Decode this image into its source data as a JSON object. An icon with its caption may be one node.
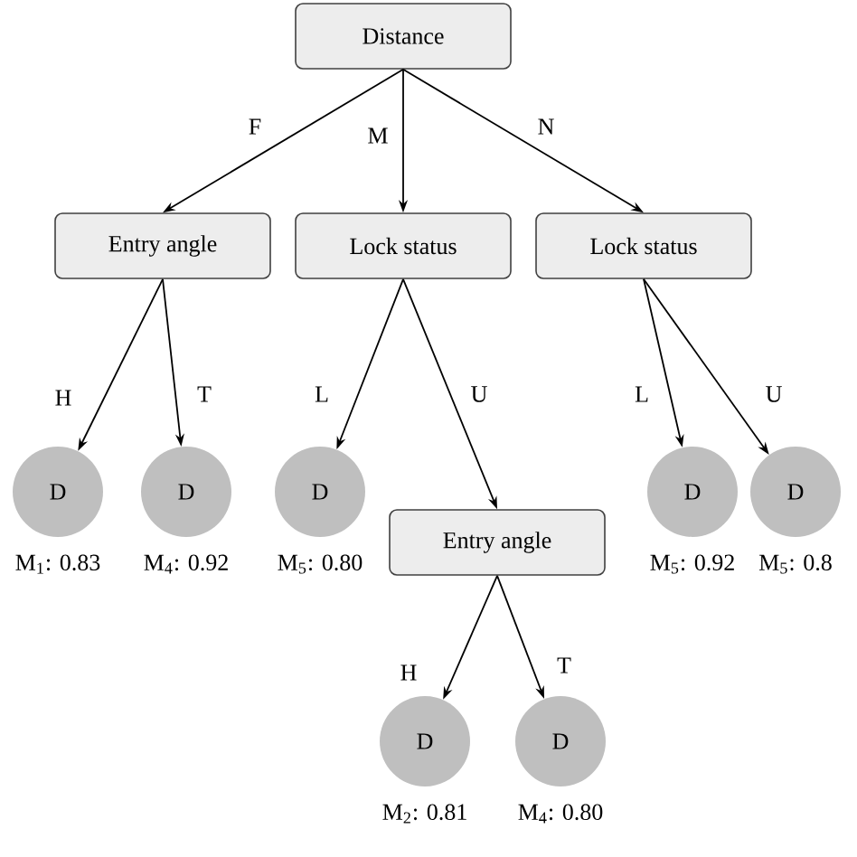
{
  "diagram": {
    "nodes": [
      {
        "text": [
          "Distance"
        ]
      },
      {
        "text": [
          "Entry angle"
        ]
      },
      {
        "text": [
          "Lock status"
        ]
      },
      {
        "text": [
          "Lock status"
        ]
      },
      {
        "text": [
          "D"
        ],
        "beside": [
          "M$_{1}$: 0.83"
        ]
      },
      {
        "text": [
          "D"
        ],
        "beside": [
          "M$_{4}$: 0.92"
        ]
      },
      {
        "text": [
          "D"
        ],
        "beside": [
          "M$_{5}$: 0.80"
        ]
      },
      {
        "text": [
          "Entry angle"
        ]
      },
      {
        "text": [
          "D"
        ],
        "beside": [
          "M$_{5}$: 0.92"
        ]
      },
      {
        "text": [
          "D"
        ],
        "beside": [
          "M$_{5}$: 0.8"
        ]
      },
      {
        "text": [
          "D"
        ],
        "beside": [
          "M$_{2}$: 0.81"
        ]
      },
      {
        "text": [
          "D"
        ],
        "beside": [
          "M$_{4}$: 0.80"
        ]
      }
    ],
    "edges": [
      {
        "from": 0,
        "to": 1,
        "arrow": "to",
        "label": "F"
      },
      {
        "from": 0,
        "to": 2,
        "arrow": "to",
        "label": "M"
      },
      {
        "from": 0,
        "to": 3,
        "arrow": "to",
        "label": "N"
      },
      {
        "from": 1,
        "to": 4,
        "arrow": "to",
        "label": "H"
      },
      {
        "from": 1,
        "to": 5,
        "arrow": "to",
        "label": "T"
      },
      {
        "from": 2,
        "to": 6,
        "arrow": "to",
        "label": "L"
      },
      {
        "from": 2,
        "to": 7,
        "arrow": "to",
        "label": "U"
      },
      {
        "from": 3,
        "to": 8,
        "arrow": "to",
        "label": "L"
      },
      {
        "from": 3,
        "to": 9,
        "arrow": "to",
        "label": "U"
      },
      {
        "from": 7,
        "to": 10,
        "arrow": "to",
        "label": "H"
      },
      {
        "from": 7,
        "to": 11,
        "arrow": "to",
        "label": "T"
      }
    ]
  }
}
